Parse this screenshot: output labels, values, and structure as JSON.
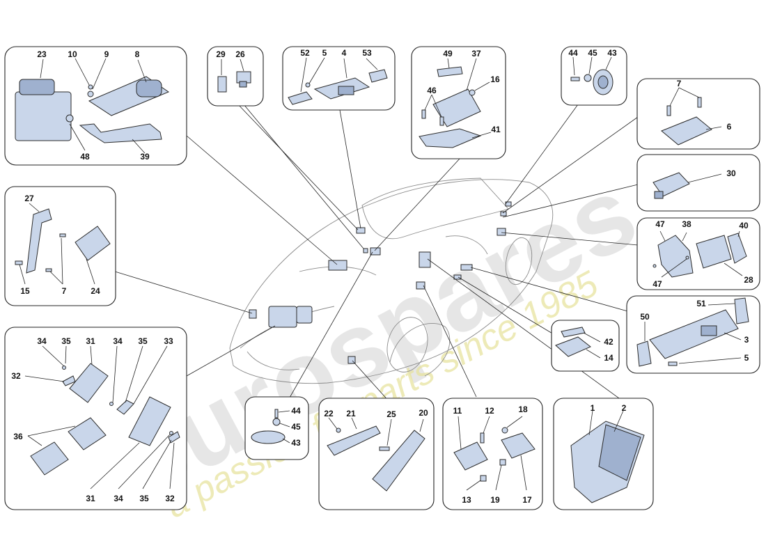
{
  "diagram": {
    "watermark": {
      "brand": "eurospares",
      "tagline": "a passion for parts since 1985"
    },
    "panels": {
      "p1": {
        "labels": [
          "23",
          "10",
          "9",
          "8",
          "48",
          "39"
        ]
      },
      "p2": {
        "labels": [
          "29",
          "26"
        ]
      },
      "p3": {
        "labels": [
          "52",
          "5",
          "4",
          "53"
        ]
      },
      "p4": {
        "labels": [
          "49",
          "37",
          "46",
          "16",
          "41"
        ]
      },
      "p5": {
        "labels": [
          "44",
          "45",
          "43"
        ]
      },
      "p6": {
        "labels": [
          "7",
          "6"
        ]
      },
      "p7": {
        "labels": [
          "30"
        ]
      },
      "p8": {
        "labels": [
          "47",
          "38",
          "40",
          "47",
          "28"
        ]
      },
      "p9": {
        "labels": [
          "51",
          "50",
          "3",
          "5"
        ]
      },
      "p10": {
        "labels": [
          "27",
          "15",
          "7",
          "24"
        ]
      },
      "p11": {
        "labels": [
          "34",
          "35",
          "31",
          "34",
          "35",
          "33",
          "32",
          "36",
          "31",
          "34",
          "35",
          "32"
        ]
      },
      "p12": {
        "labels": [
          "44",
          "45",
          "43"
        ]
      },
      "p13": {
        "labels": [
          "22",
          "21",
          "25",
          "20"
        ]
      },
      "p14": {
        "labels": [
          "11",
          "12",
          "18",
          "13",
          "19",
          "17"
        ]
      },
      "p15": {
        "labels": [
          "1",
          "2"
        ]
      },
      "p16": {
        "labels": [
          "42",
          "14"
        ]
      }
    }
  }
}
